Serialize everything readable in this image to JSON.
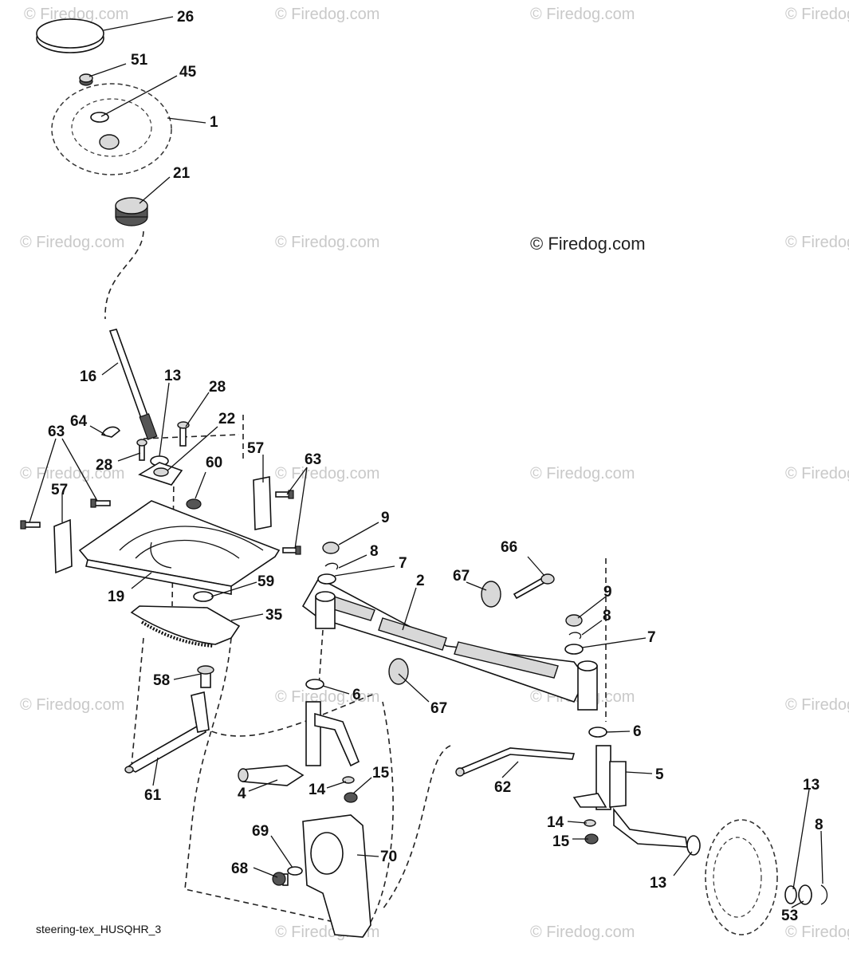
{
  "watermark": {
    "text": "© Firedog.com",
    "main_text": "© Firedog.com"
  },
  "caption": "steering-tex_HUSQHR_3",
  "callouts": [
    {
      "id": "c26a",
      "text": "26"
    },
    {
      "id": "c51",
      "text": "51"
    },
    {
      "id": "c45",
      "text": "45"
    },
    {
      "id": "c1",
      "text": "1"
    },
    {
      "id": "c21",
      "text": "21"
    },
    {
      "id": "c16",
      "text": "16"
    },
    {
      "id": "c13a",
      "text": "13"
    },
    {
      "id": "c28a",
      "text": "28"
    },
    {
      "id": "c64",
      "text": "64"
    },
    {
      "id": "c22",
      "text": "22"
    },
    {
      "id": "c28b",
      "text": "28"
    },
    {
      "id": "c63a",
      "text": "63"
    },
    {
      "id": "c57a",
      "text": "57"
    },
    {
      "id": "c60",
      "text": "60"
    },
    {
      "id": "c57b",
      "text": "57"
    },
    {
      "id": "c63b",
      "text": "63"
    },
    {
      "id": "c19",
      "text": "19"
    },
    {
      "id": "c59",
      "text": "59"
    },
    {
      "id": "c35",
      "text": "35"
    },
    {
      "id": "c58",
      "text": "58"
    },
    {
      "id": "c61",
      "text": "61"
    },
    {
      "id": "c9a",
      "text": "9"
    },
    {
      "id": "c8a",
      "text": "8"
    },
    {
      "id": "c7a",
      "text": "7"
    },
    {
      "id": "c66",
      "text": "66"
    },
    {
      "id": "c2",
      "text": "2"
    },
    {
      "id": "c67a",
      "text": "67"
    },
    {
      "id": "c9b",
      "text": "9"
    },
    {
      "id": "c8b",
      "text": "8"
    },
    {
      "id": "c7b",
      "text": "7"
    },
    {
      "id": "c6a",
      "text": "6"
    },
    {
      "id": "c67b",
      "text": "67"
    },
    {
      "id": "c6b",
      "text": "6"
    },
    {
      "id": "c5",
      "text": "5"
    },
    {
      "id": "c62",
      "text": "62"
    },
    {
      "id": "c4",
      "text": "4"
    },
    {
      "id": "c15a",
      "text": "15"
    },
    {
      "id": "c14a",
      "text": "14"
    },
    {
      "id": "c69",
      "text": "69"
    },
    {
      "id": "c70",
      "text": "70"
    },
    {
      "id": "c68",
      "text": "68"
    },
    {
      "id": "c14b",
      "text": "14"
    },
    {
      "id": "c15b",
      "text": "15"
    },
    {
      "id": "c13b",
      "text": "13"
    },
    {
      "id": "c13c",
      "text": "13"
    },
    {
      "id": "c8c",
      "text": "8"
    },
    {
      "id": "c53",
      "text": "53"
    }
  ]
}
